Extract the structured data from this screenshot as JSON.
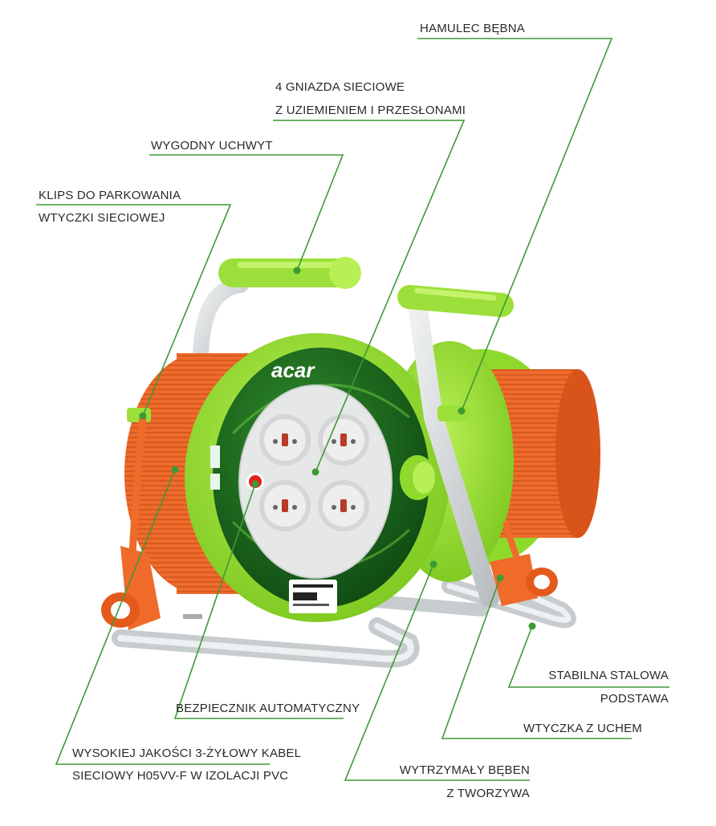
{
  "brand": "acar",
  "colors": {
    "leader": "#3d9a35",
    "cable": "#f06a2a",
    "reel_green": "#9ddf3a",
    "frame": "#d6dadc",
    "socket": "#e6e7e7",
    "text": "#2a2a2a"
  },
  "callouts": [
    {
      "id": "drum-brake",
      "lines": [
        "HAMULEC BĘBNA"
      ]
    },
    {
      "id": "sockets",
      "lines": [
        "4 GNIAZDA SIECIOWE",
        "Z UZIEMIENIEM I PRZESŁONAMI"
      ]
    },
    {
      "id": "handle",
      "lines": [
        "WYGODNY UCHWYT"
      ]
    },
    {
      "id": "plug-clip",
      "lines": [
        "KLIPS DO PARKOWANIA",
        "WTYCZKI SIECIOWEJ"
      ]
    },
    {
      "id": "steel-base",
      "lines": [
        "STABILNA STALOWA",
        "PODSTAWA"
      ]
    },
    {
      "id": "circuit-breaker",
      "lines": [
        "BEZPIECZNIK AUTOMATYCZNY"
      ]
    },
    {
      "id": "plug-with-eye",
      "lines": [
        "WTYCZKA Z UCHEM"
      ]
    },
    {
      "id": "cable",
      "lines": [
        "WYSOKIEJ JAKOŚCI 3-ŻYŁOWY KABEL",
        "SIECIOWY H05VV-F W IZOLACJI PVC"
      ]
    },
    {
      "id": "plastic-drum",
      "lines": [
        "WYTRZYMAŁY BĘBEN",
        "Z TWORZYWA"
      ]
    }
  ]
}
